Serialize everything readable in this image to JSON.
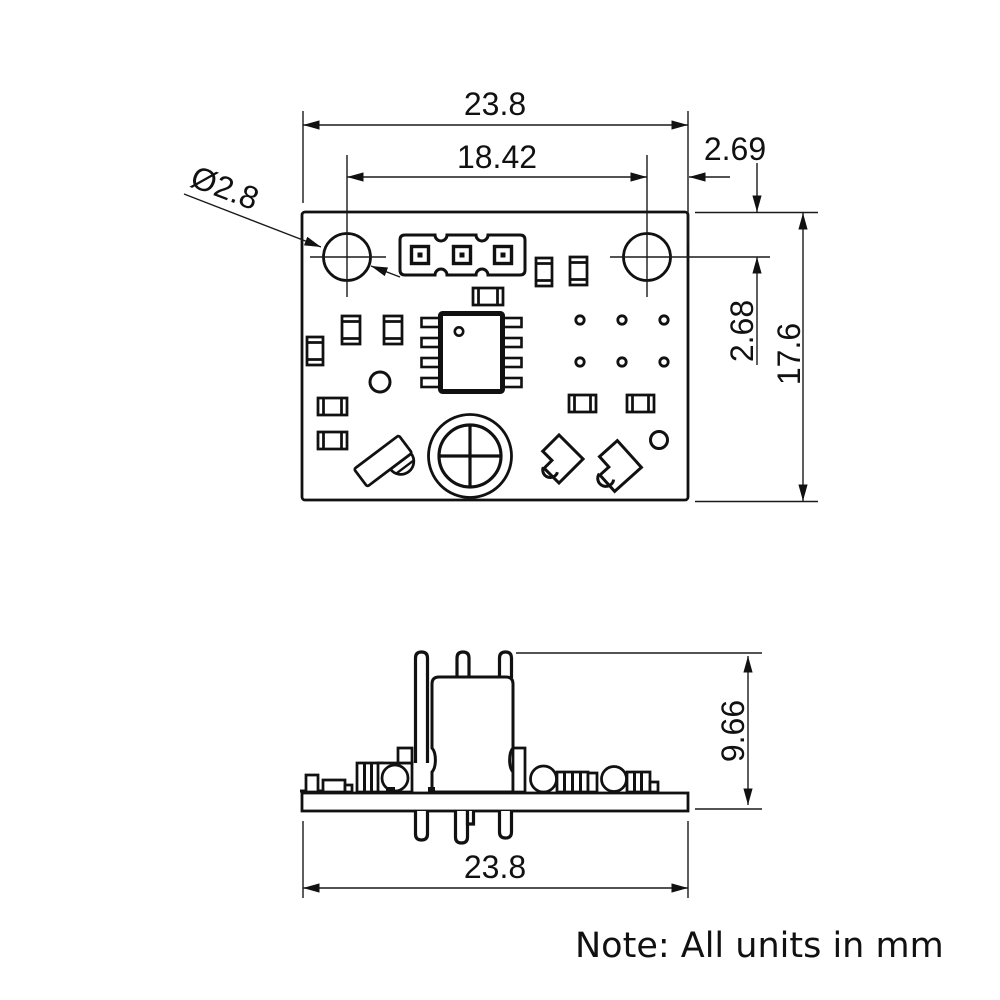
{
  "drawing": {
    "type": "PCB sensor module mechanical drawing",
    "note": "Note: All units in mm",
    "top_view": {
      "board_width": "23.8",
      "hole_spacing": "18.42",
      "hole_to_right_edge": "2.69",
      "hole_to_top_edge": "2.68",
      "board_height": "17.6",
      "hole_diameter": "Ø2.8"
    },
    "side_view": {
      "overall_height": "9.66",
      "board_width": "23.8"
    },
    "colors": {
      "line": "#111111",
      "dimension_line": "#1a1a1a",
      "background": "#ffffff"
    }
  }
}
